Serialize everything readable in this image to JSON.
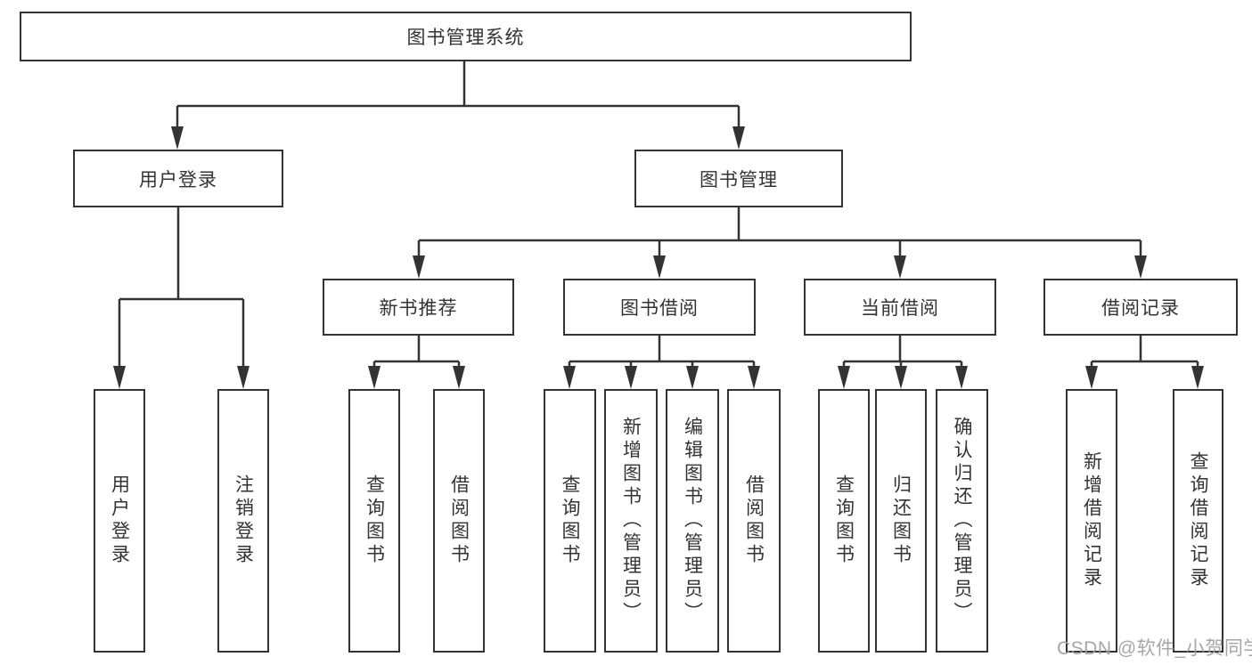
{
  "diagram_title": "图书管理系统",
  "tree": {
    "root": "图书管理系统",
    "children": [
      {
        "label": "用户登录",
        "children": [
          {
            "label": "用户登录"
          },
          {
            "label": "注销登录"
          }
        ]
      },
      {
        "label": "图书管理",
        "children": [
          {
            "label": "新书推荐",
            "children": [
              {
                "label": "查询图书"
              },
              {
                "label": "借阅图书"
              }
            ]
          },
          {
            "label": "图书借阅",
            "children": [
              {
                "label": "查询图书"
              },
              {
                "label": "新增图书（管理员）"
              },
              {
                "label": "编辑图书（管理员）"
              },
              {
                "label": "借阅图书"
              }
            ]
          },
          {
            "label": "当前借阅",
            "children": [
              {
                "label": "查询图书"
              },
              {
                "label": "归还图书"
              },
              {
                "label": "确认归还（管理员）"
              }
            ]
          },
          {
            "label": "借阅记录",
            "children": [
              {
                "label": "新增借阅记录"
              },
              {
                "label": "查询借阅记录"
              }
            ]
          }
        ]
      }
    ]
  },
  "watermark": {
    "text": "CSDN @软件_小贺同学"
  },
  "colors": {
    "line": "#333333",
    "box_border": "#333333",
    "text": "#333333",
    "background": "#ffffff",
    "watermark": "#9e9ea0"
  }
}
